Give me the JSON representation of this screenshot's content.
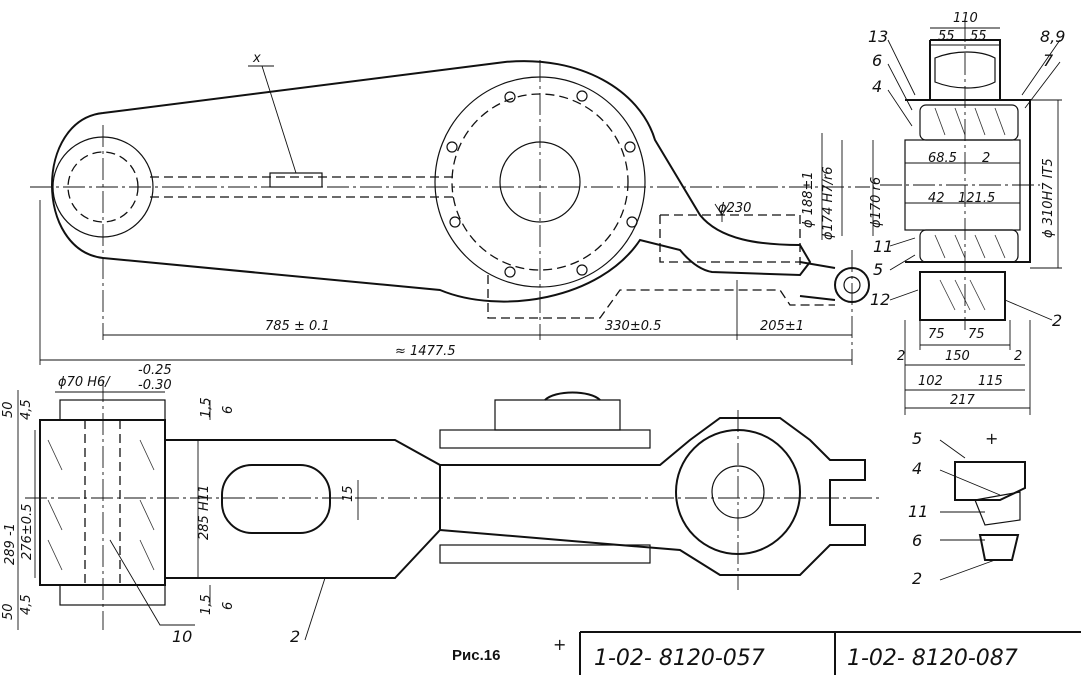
{
  "figure_caption": "Рис.16",
  "part_numbers": [
    "1-02- 8120-057",
    "1-02- 8120-087"
  ],
  "marker_plus": "+",
  "top_view": {
    "section_mark": "x",
    "dims": {
      "d230": "ϕ230",
      "l785": "785 ± 0.1",
      "l330": "330±0.5",
      "l205": "205±1",
      "total": "≈ 1477.5"
    }
  },
  "bearing_section": {
    "labels": [
      "13",
      "6",
      "4",
      "8,9",
      "7",
      "11",
      "5",
      "12",
      "2"
    ],
    "dims": {
      "w110": "110",
      "w55a": "55",
      "w55b": "55",
      "d188": "ϕ 188±1",
      "d174": "ϕ174 H7/r6",
      "d170": "ϕ170 r6",
      "d310": "ϕ 310H7 IT5",
      "d68": "68.5",
      "d2": "2",
      "d42": "42",
      "d121": "121.5",
      "w75a": "75",
      "w75b": "75",
      "w150": "150",
      "w2a": "2",
      "w2b": "2",
      "w102": "102",
      "w115": "115",
      "w217": "217"
    }
  },
  "side_view": {
    "fit": "ϕ70 H6/",
    "tol_upper": "-0.25",
    "tol_lower": "-0.30",
    "dims": {
      "h50a": "50",
      "h45a": "4,5",
      "h50b": "50",
      "h45b": "4,5",
      "h289": "289 -1",
      "h276": "276±0.5",
      "h285": "285 H11",
      "t15a": "1,5",
      "t6a": "6",
      "t15b": "1,5",
      "t6b": "6",
      "w15": "15"
    },
    "labels": [
      "10",
      "2"
    ]
  },
  "detail_view": {
    "labels": [
      "5",
      "4",
      "11",
      "6",
      "2"
    ],
    "plus": "+"
  }
}
